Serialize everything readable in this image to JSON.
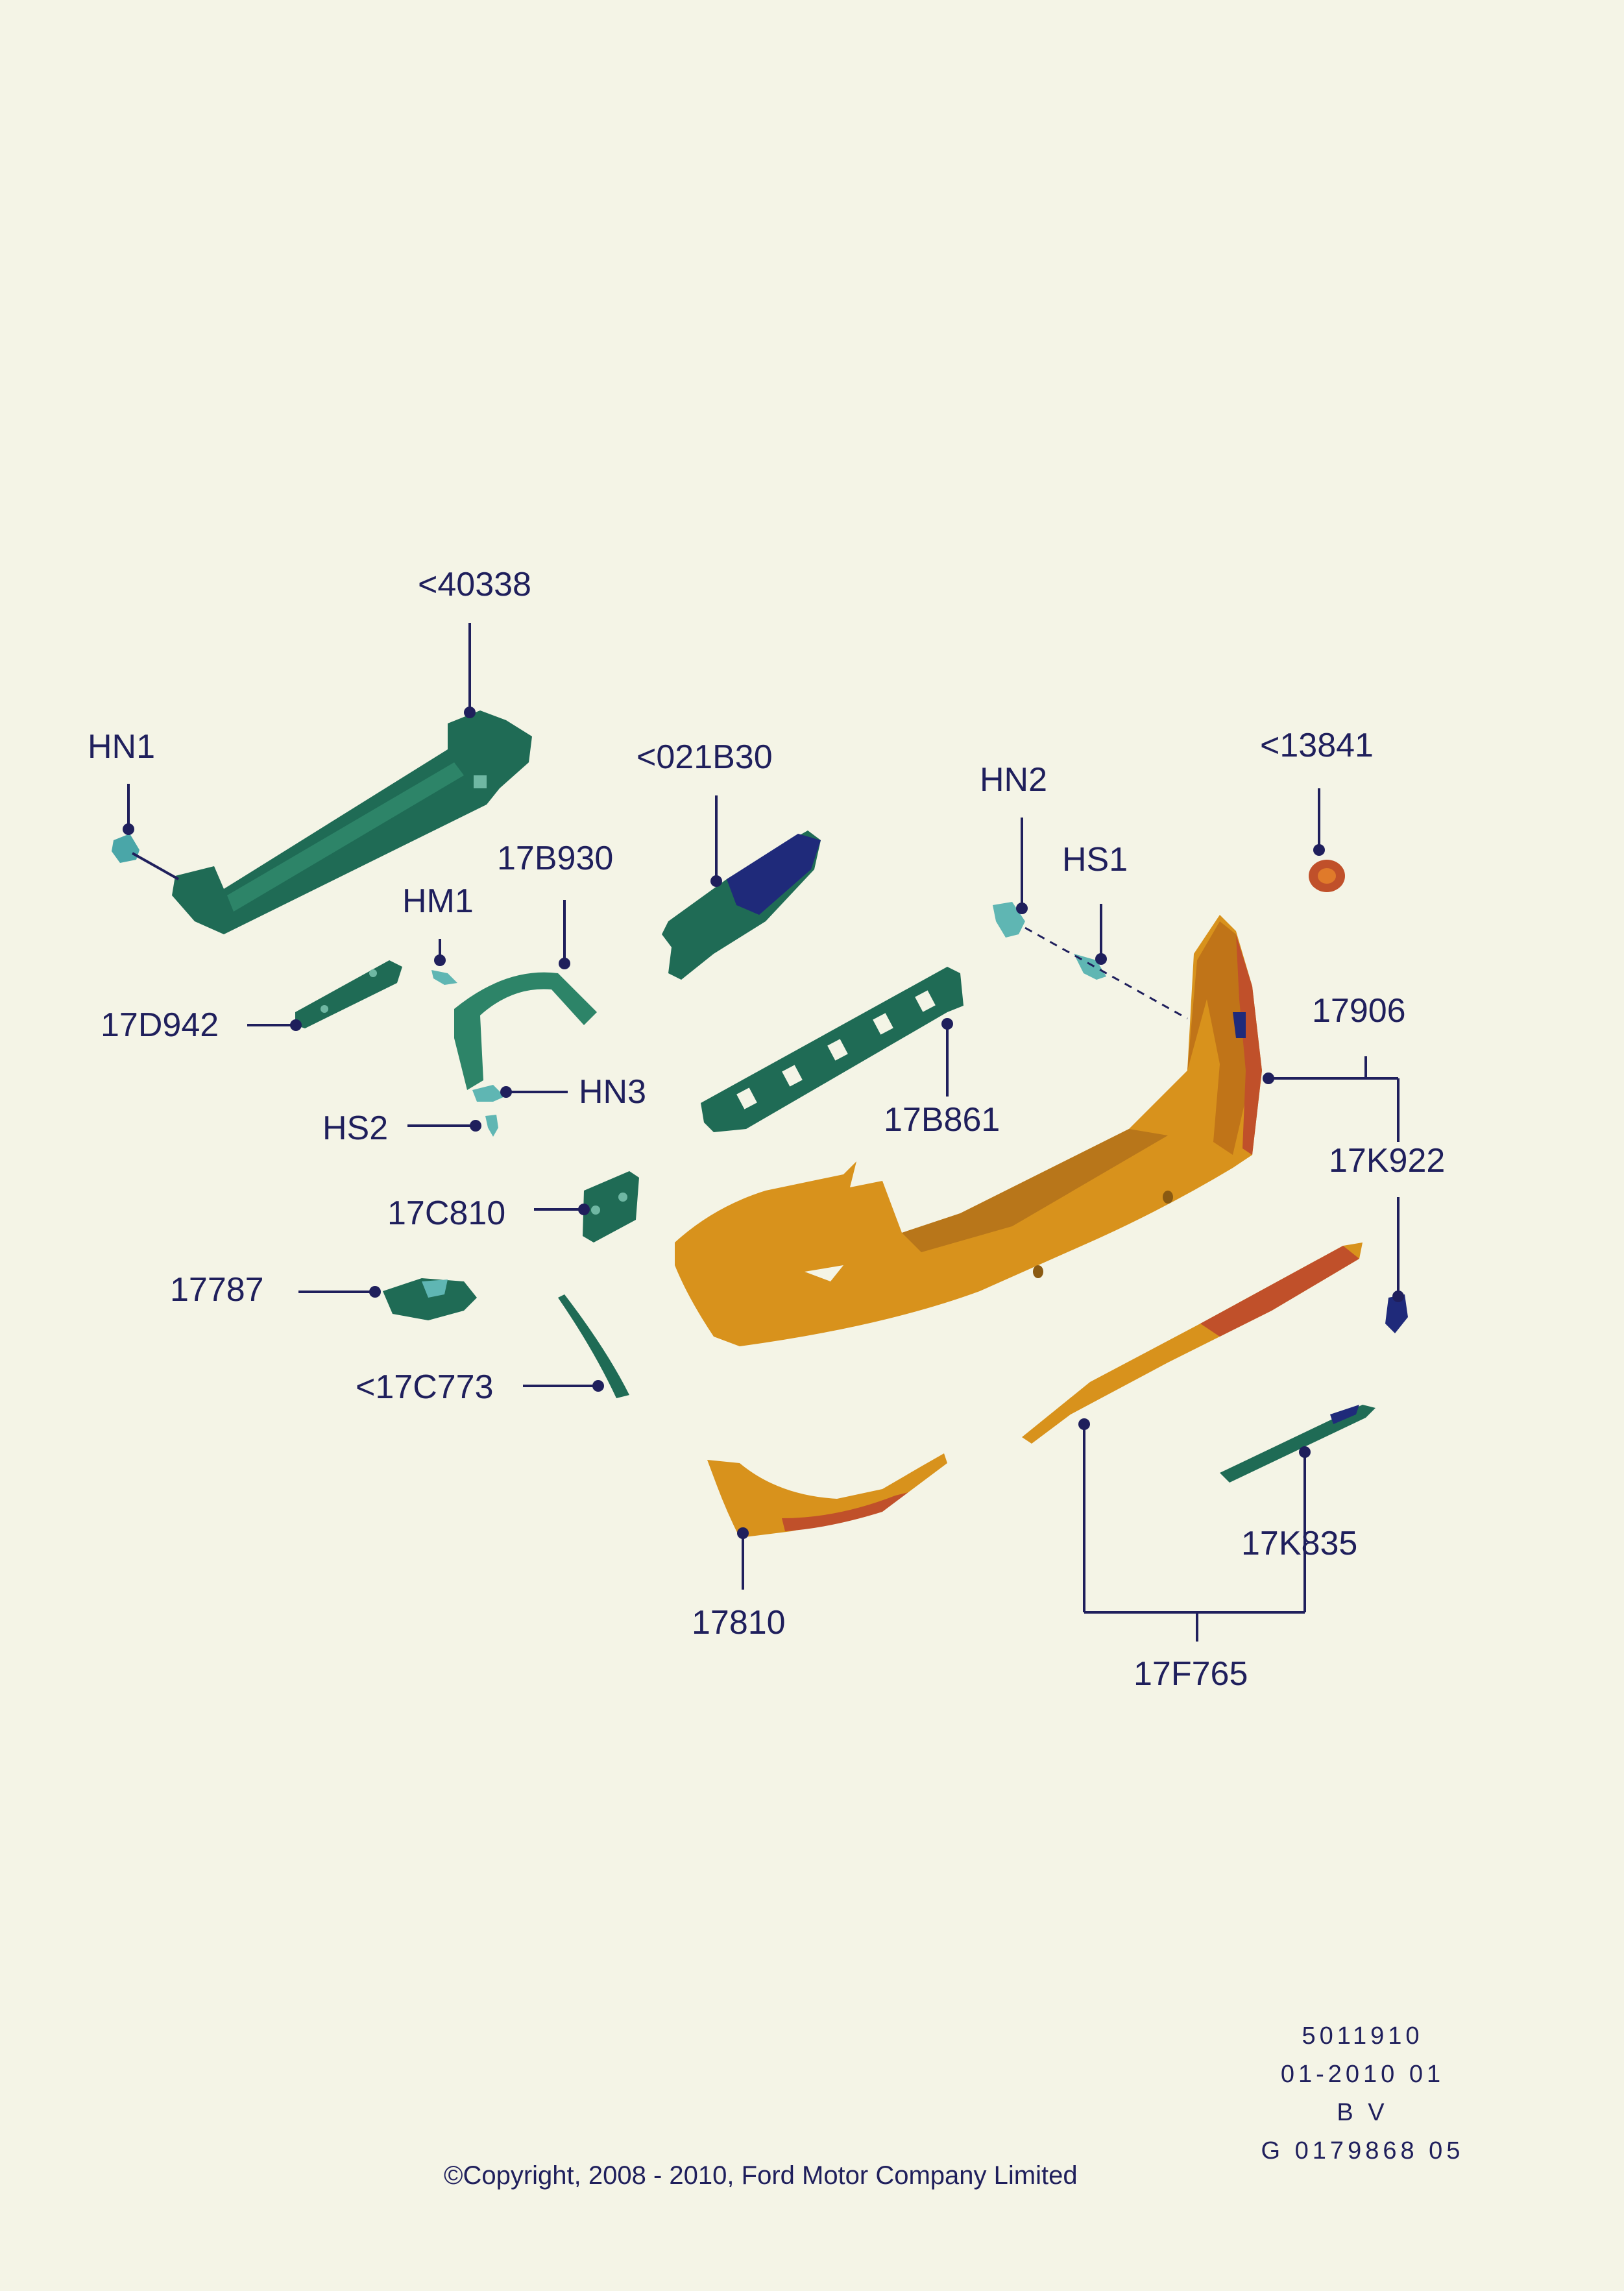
{
  "diagram": {
    "labels": {
      "p40338": "<40338",
      "hn1": "HN1",
      "p021b30": "<021B30",
      "hn2": "HN2",
      "p13841": "<13841",
      "p17b930": "17B930",
      "hm1": "HM1",
      "hs1": "HS1",
      "p17d942": "17D942",
      "p17906": "17906",
      "hn3": "HN3",
      "hs2": "HS2",
      "p17b861": "17B861",
      "p17k922": "17K922",
      "p17c810": "17C810",
      "p17787": "17787",
      "p17c773": "<17C773",
      "p17810": "17810",
      "p17k835": "17K835",
      "p17f765": "17F765"
    }
  },
  "footer": {
    "ref_line1": "5011910",
    "ref_line2": "01-2010 01",
    "ref_line3": "B V",
    "ref_line4": "G 0179868 05",
    "copyright": "©Copyright, 2008 - 2010, Ford Motor Company Limited"
  },
  "colors": {
    "background": "#f4f4e6",
    "line": "#1f1f5c",
    "bumper_orange": "#d8921c",
    "bracket_green": "#1f6b55",
    "navy": "#1f2a7a",
    "light_cyan": "#5fb6b3",
    "reflector_red": "#c0502a"
  }
}
